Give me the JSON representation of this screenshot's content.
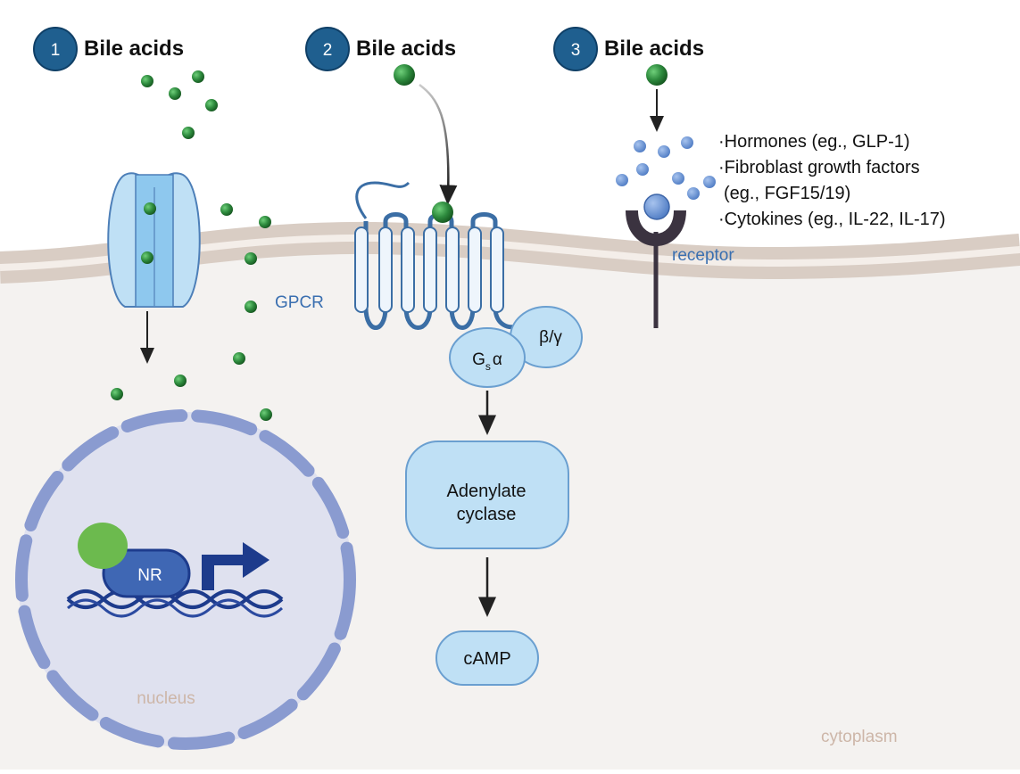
{
  "pathways": [
    {
      "number": "1",
      "title": "Bile acids"
    },
    {
      "number": "2",
      "title": "Bile acids"
    },
    {
      "number": "3",
      "title": "Bile acids"
    }
  ],
  "labels": {
    "gpcr": "GPCR",
    "receptor": "receptor",
    "nucleus": "nucleus",
    "cytoplasm": "cytoplasm",
    "nr": "NR",
    "gs_main": "G",
    "gs_sub": "s",
    "gs_alpha": "α",
    "beta_gamma": "β/γ",
    "adenylate_line1": "Adenylate",
    "adenylate_line2": "cyclase",
    "camp": "cAMP"
  },
  "secreted_factors": [
    "·Hormones (eg., GLP-1)",
    "·Fibroblast growth factors",
    "(eg., FGF15/19)",
    "·Cytokines (eg., IL-22, IL-17)"
  ],
  "colors": {
    "bile_acid": "#2e8b3e",
    "badge": "#1f5f8f",
    "membrane": "#d9cdc4",
    "cytoplasm": "#f4f2f0",
    "nucleus": "#dfe1ef",
    "nuclear_envelope": "#8a9bd0",
    "protein_light": "#bfe0f5",
    "channel": "#8ec8ee",
    "nr_blue": "#3f67b4",
    "dna": "#1d3b8c",
    "ligand_green": "#6cba4e",
    "receptor_dark": "#3b3340",
    "factor_dot": "#5b86c9"
  }
}
